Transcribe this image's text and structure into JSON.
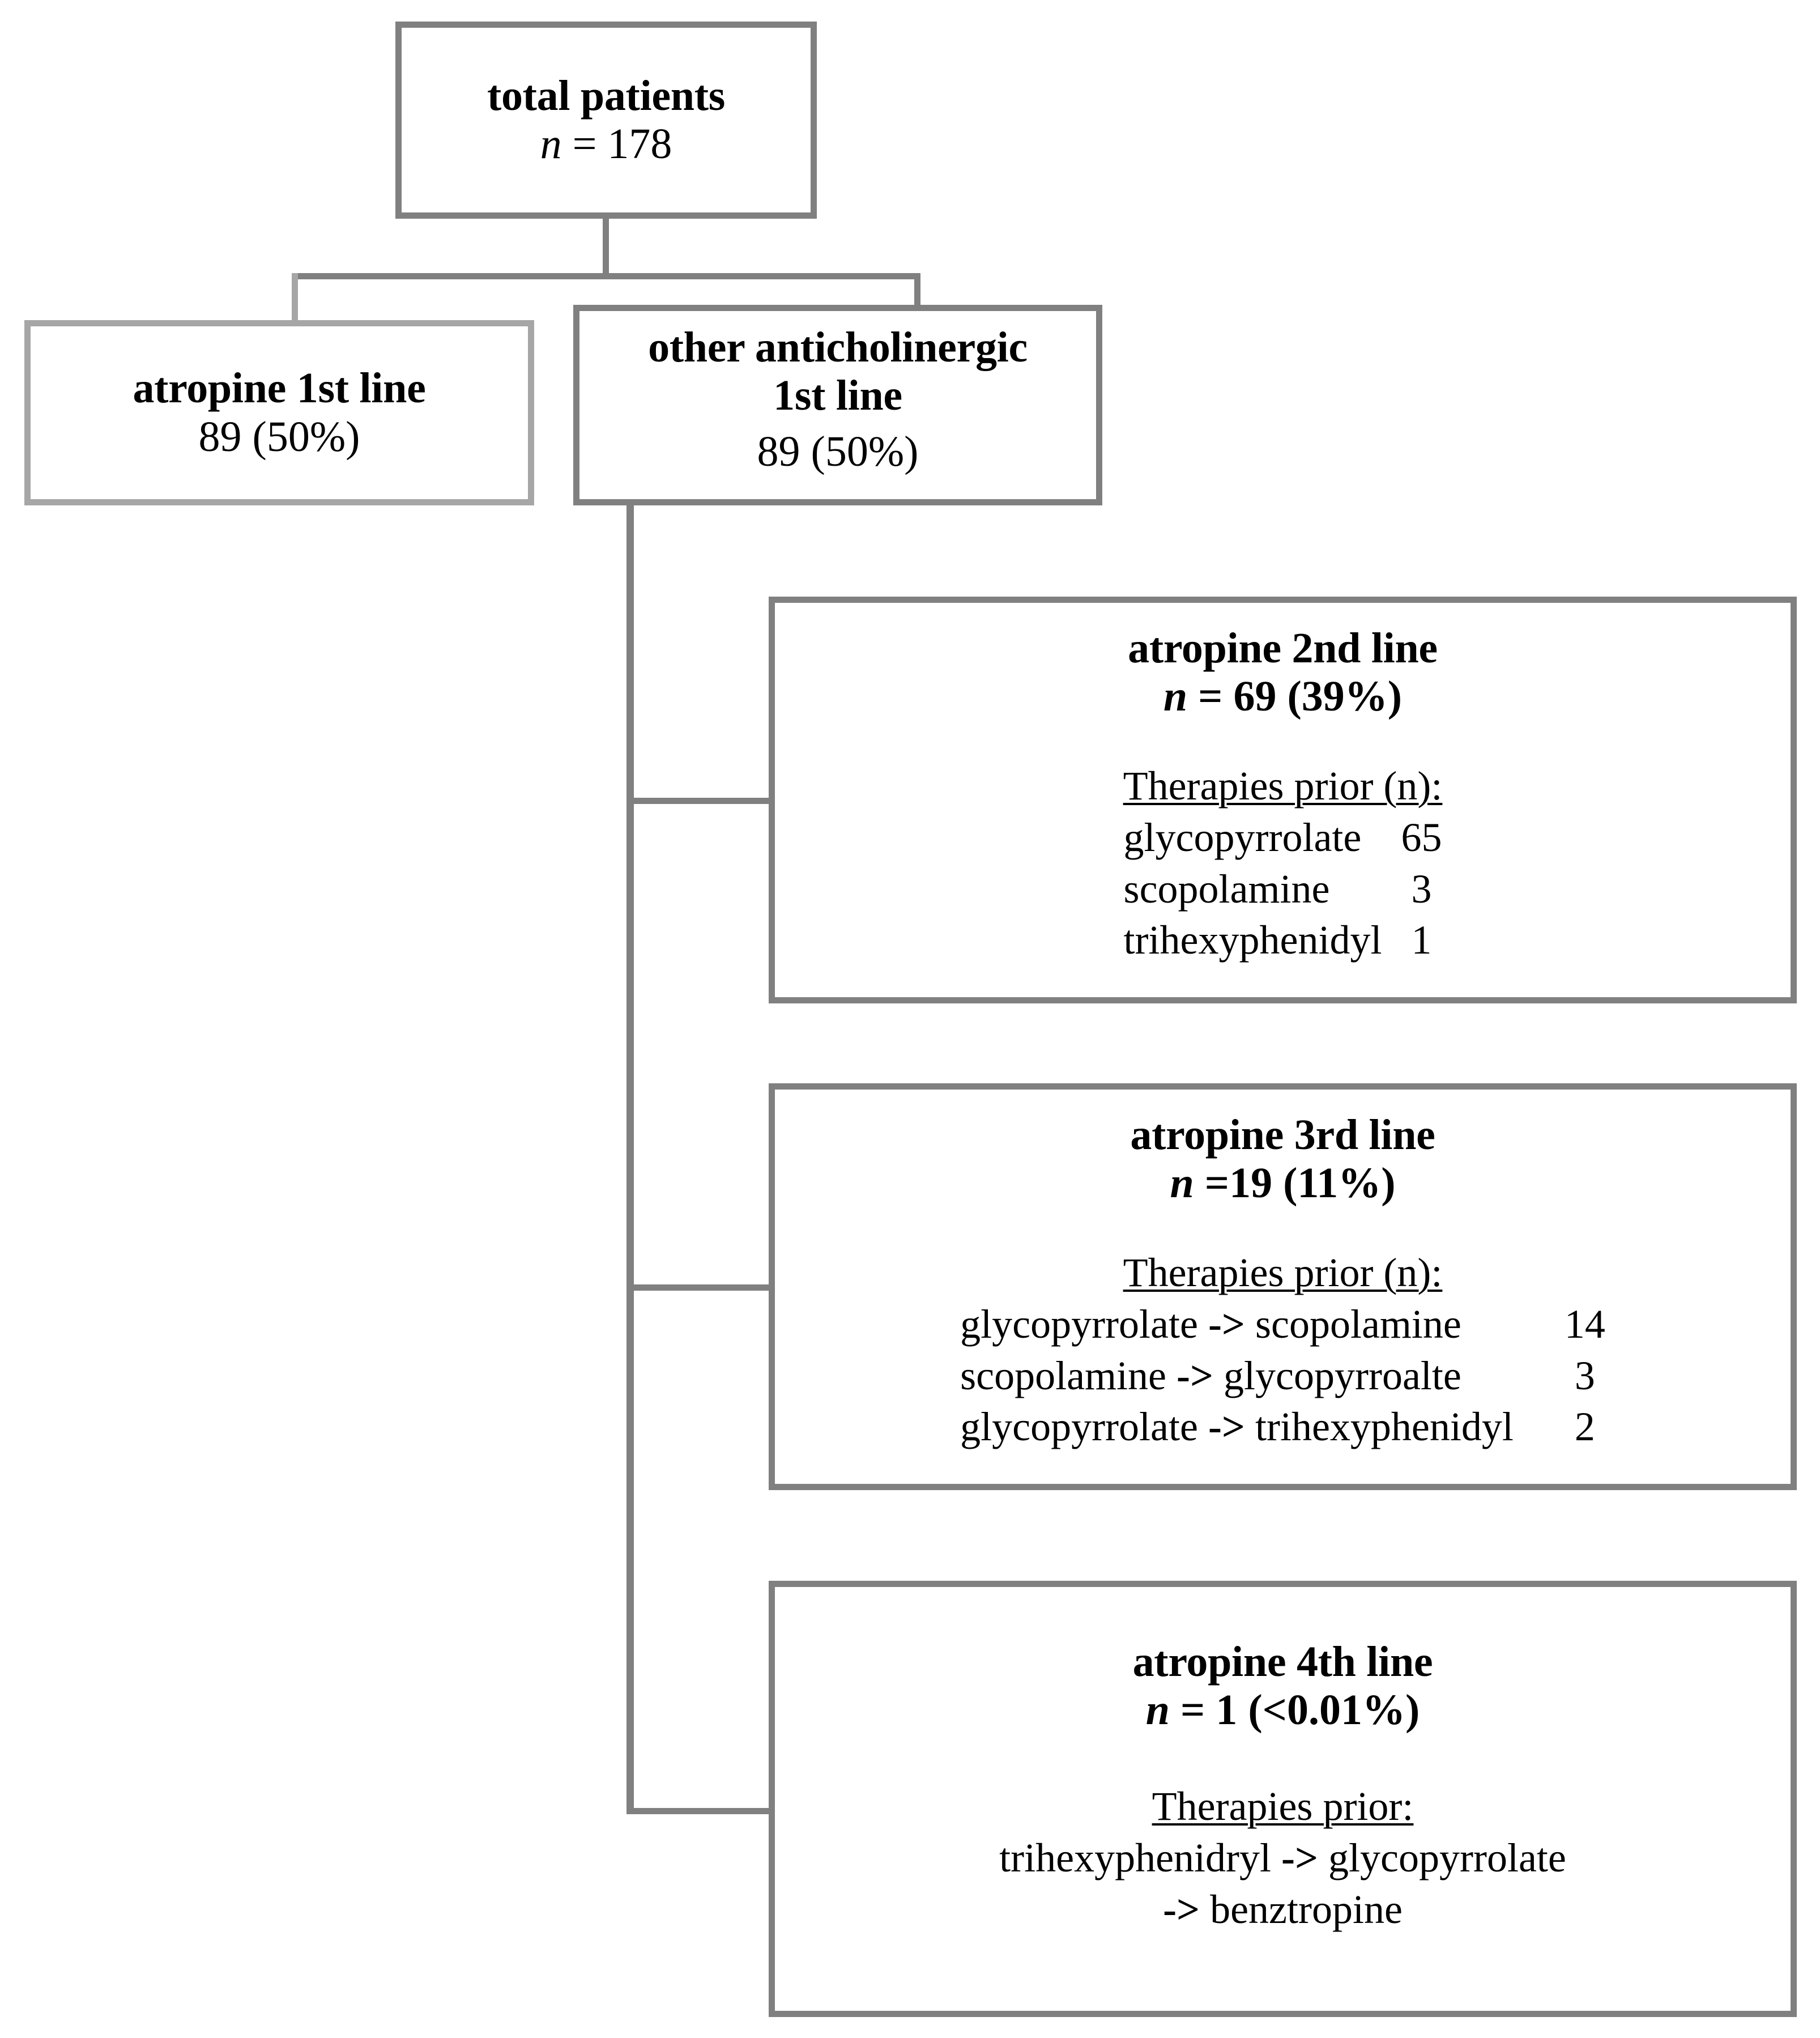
{
  "diagram": {
    "type": "flowchart",
    "title_text": "",
    "colors": {
      "box_border": "#808080",
      "box_border_light": "#a6a6a6",
      "text": "#000000",
      "background": "#ffffff"
    },
    "nodes": {
      "total": {
        "header": "total patients",
        "n_italic": "n",
        "n_rest": " = 178"
      },
      "atropine_1st": {
        "header": "atropine 1st line",
        "count": "89 (50%)"
      },
      "other_1st": {
        "header_line1": "other anticholinergic",
        "header_line2": "1st line",
        "count": "89 (50%)"
      },
      "atropine_2nd": {
        "header": "atropine 2nd line",
        "n_italic": "n",
        "n_rest": " = 69 (39%)",
        "therapies_label": "Therapies prior (n):",
        "therapies": [
          {
            "name": "glycopyrrolate",
            "n": "65"
          },
          {
            "name": "scopolamine",
            "n": "3"
          },
          {
            "name": "trihexyphenidyl",
            "n": "1"
          }
        ]
      },
      "atropine_3rd": {
        "header": "atropine 3rd line",
        "n_italic": "n",
        "n_rest": " =19 (11%)",
        "therapies_label": "Therapies prior (n):",
        "therapies": [
          {
            "from": "glycopyrrolate",
            "arrow": "->",
            "to": "scopolamine",
            "n": "14"
          },
          {
            "from": "scopolamine",
            "arrow": "->",
            "to": "glycopyrroalte",
            "n": "3"
          },
          {
            "from": "glycopyrrolate",
            "arrow": "->",
            "to": "trihexyphenidyl",
            "n": "2"
          }
        ]
      },
      "atropine_4th": {
        "header": "atropine 4th line",
        "n_italic": "n",
        "n_rest": " = 1 (<0.01%)",
        "therapies_label": "Therapies prior:",
        "therapy_line1_a": "trihexyphenidryl ",
        "therapy_line1_arrow": "->",
        "therapy_line1_b": " glycopyrrolate",
        "therapy_line2_arrow": "->",
        "therapy_line2_b": " benztropine"
      }
    }
  },
  "chart_data": {
    "type": "diagram",
    "title": "Atropine line-of-therapy patient flow",
    "total_n": 178,
    "levels": [
      {
        "level": 1,
        "nodes": [
          {
            "label": "total patients",
            "n": 178
          }
        ]
      },
      {
        "level": 2,
        "nodes": [
          {
            "label": "atropine 1st line",
            "n": 89,
            "pct": "50%"
          },
          {
            "label": "other anticholinergic 1st line",
            "n": 89,
            "pct": "50%"
          }
        ]
      },
      {
        "level": 3,
        "parent": "other anticholinergic 1st line",
        "nodes": [
          {
            "label": "atropine 2nd line",
            "n": 69,
            "pct": "39%",
            "prior_therapies": [
              {
                "regimen": "glycopyrrolate",
                "n": 65
              },
              {
                "regimen": "scopolamine",
                "n": 3
              },
              {
                "regimen": "trihexyphenidyl",
                "n": 1
              }
            ]
          },
          {
            "label": "atropine 3rd line",
            "n": 19,
            "pct": "11%",
            "prior_therapies": [
              {
                "regimen": "glycopyrrolate -> scopolamine",
                "n": 14
              },
              {
                "regimen": "scopolamine -> glycopyrroalte",
                "n": 3
              },
              {
                "regimen": "glycopyrrolate -> trihexyphenidyl",
                "n": 2
              }
            ]
          },
          {
            "label": "atropine 4th line",
            "n": 1,
            "pct": "<0.01%",
            "prior_therapies": [
              {
                "regimen": "trihexyphenidryl -> glycopyrrolate -> benztropine",
                "n": 1
              }
            ]
          }
        ]
      }
    ]
  }
}
